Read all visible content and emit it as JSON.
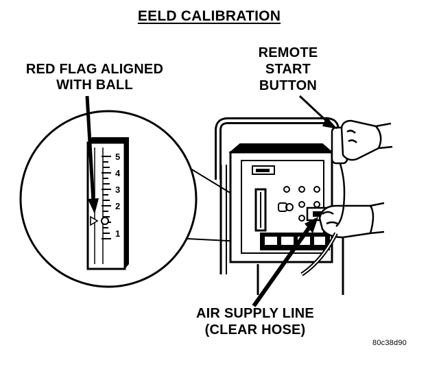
{
  "title": "EELD CALIBRATION",
  "labels": {
    "red_flag_line1": "RED FLAG ALIGNED",
    "red_flag_line2": "WITH BALL",
    "remote_line1": "REMOTE",
    "remote_line2": "START",
    "remote_line3": "BUTTON",
    "air_line1": "AIR SUPPLY LINE",
    "air_line2": "(CLEAR HOSE)",
    "figure_code": "80c38d90"
  },
  "gauge_scale": [
    "5",
    "4",
    "3",
    "2",
    "1"
  ],
  "colors": {
    "ink": "#000000",
    "paper": "#ffffff"
  }
}
